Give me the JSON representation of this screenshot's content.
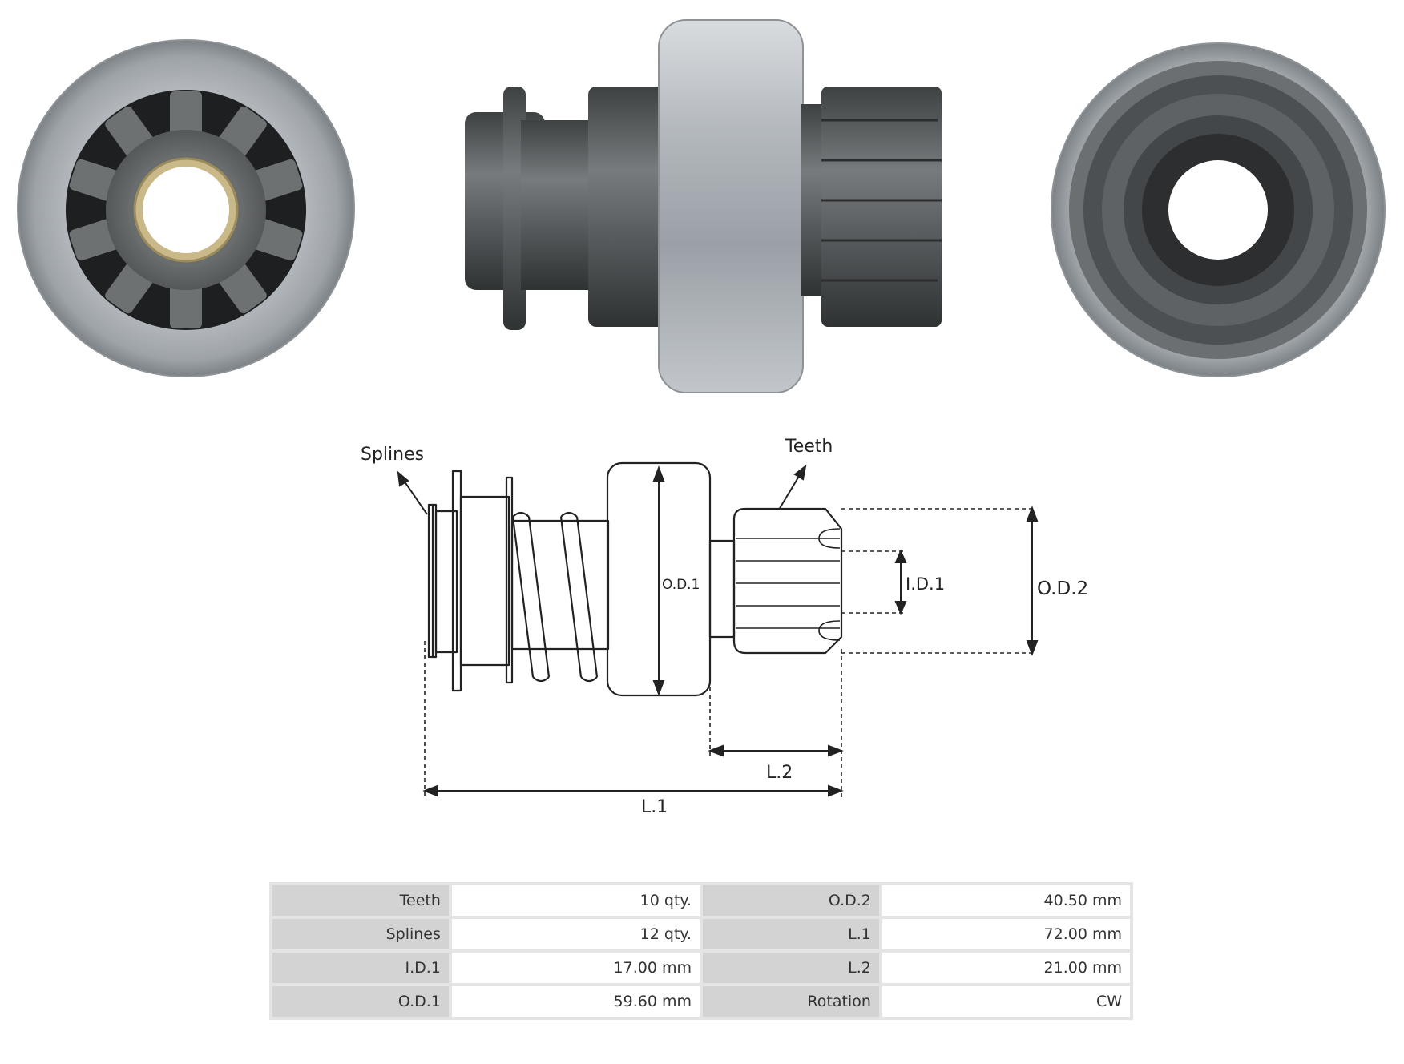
{
  "diagram": {
    "labels": {
      "splines": "Splines",
      "teeth": "Teeth",
      "od1": "O.D.1",
      "id1": "I.D.1",
      "od2": "O.D.2",
      "l2": "L.2",
      "l1": "L.1"
    }
  },
  "specs": [
    {
      "label": "Teeth",
      "value": "10 qty.",
      "label2": "O.D.2",
      "value2": "40.50 mm"
    },
    {
      "label": "Splines",
      "value": "12 qty.",
      "label2": "L.1",
      "value2": "72.00 mm"
    },
    {
      "label": "I.D.1",
      "value": "17.00 mm",
      "label2": "L.2",
      "value2": "21.00 mm"
    },
    {
      "label": "O.D.1",
      "value": "59.60 mm",
      "label2": "Rotation",
      "value2": "CW"
    }
  ],
  "colors": {
    "housing": "#a9aeb3",
    "gear": "#5c5f60",
    "bushing": "#c9b888",
    "line": "#222222"
  }
}
